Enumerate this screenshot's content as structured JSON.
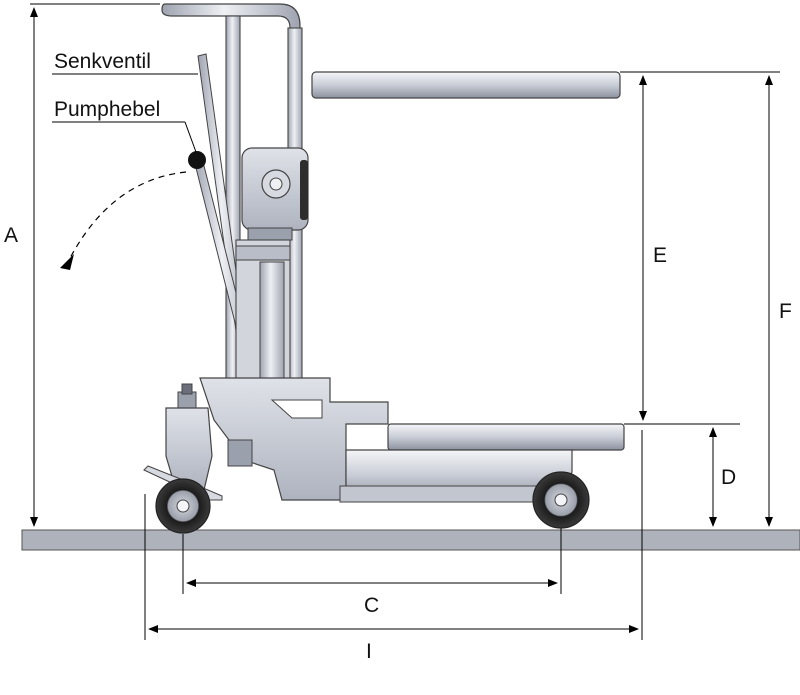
{
  "callouts": {
    "lowering_valve": "Senkventil",
    "pump_lever": "Pumphebel"
  },
  "dimensions": {
    "a": "A",
    "c": "C",
    "d": "D",
    "e": "E",
    "f": "F",
    "i": "I"
  },
  "colors": {
    "steel_light": "#e6e8ee",
    "steel_mid": "#b7bcc8",
    "steel_dark": "#7c8190",
    "floor": "#aeb3bb",
    "wheel": "#2a2a2a",
    "line": "#000000"
  }
}
